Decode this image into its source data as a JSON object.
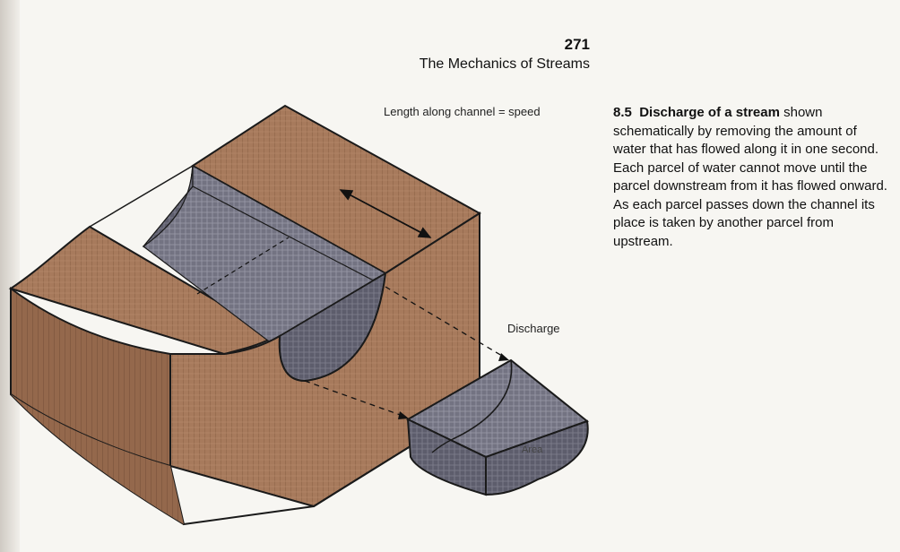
{
  "header": {
    "page_number": "271",
    "running_head": "The Mechanics of Streams"
  },
  "figure": {
    "label_length": "Length along channel = speed",
    "label_discharge": "Discharge",
    "label_area": "Area",
    "colors": {
      "earth": "#a77a5c",
      "earth_dark": "#8a5f44",
      "water": "#6f6f7d",
      "water_light": "#8a8a98"
    }
  },
  "caption": {
    "number": "8.5",
    "title": "Discharge of a stream",
    "text": "shown schematically by removing the amount of water that has flowed along it in one second. Each parcel of water cannot move until the parcel downstream from it has flowed onward. As each parcel passes down the channel its place is taken by another parcel from upstream."
  }
}
